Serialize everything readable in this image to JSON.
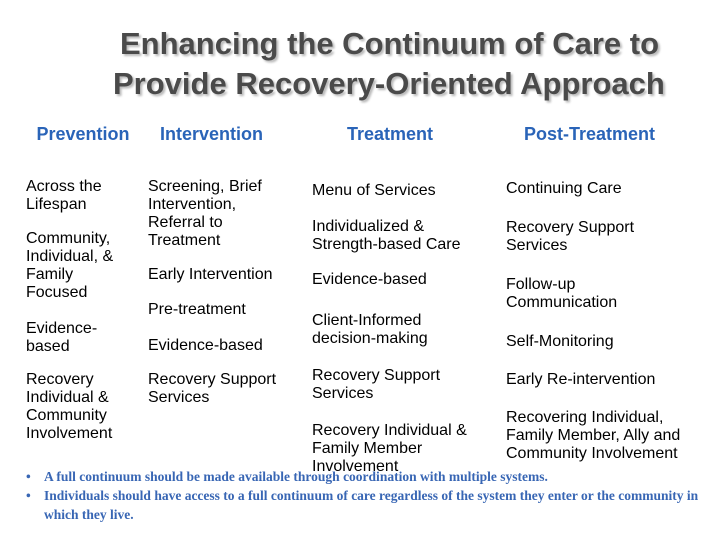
{
  "title": {
    "line1": "Enhancing the Continuum of Care to",
    "line2": "Provide Recovery-Oriented Approach"
  },
  "columns": [
    {
      "header": "Prevention",
      "items": [
        "Across the Lifespan",
        "Community, Individual, & Family Focused",
        "Evidence-based",
        "Recovery Individual & Community Involvement"
      ]
    },
    {
      "header": "Intervention",
      "items": [
        "Screening, Brief Intervention, Referral to Treatment",
        "Early Intervention",
        "Pre-treatment",
        "Evidence-based",
        "Recovery Support Services"
      ]
    },
    {
      "header": "Treatment",
      "items": [
        "Menu of Services",
        "Individualized & Strength-based Care",
        "Evidence-based",
        "Client-Informed decision-making",
        "Recovery Support Services",
        "Recovery Individual & Family Member Involvement"
      ]
    },
    {
      "header": "Post-Treatment",
      "items": [
        "Continuing Care",
        "Recovery Support Services",
        "Follow-up Communication",
        "Self-Monitoring",
        "Early Re-intervention",
        "Recovering Individual, Family Member, Ally and Community Involvement"
      ]
    }
  ],
  "bullets": [
    "A full continuum should be made available through coordination with multiple systems.",
    "Individuals should have access to a full continuum of care regardless of the system they enter or the community in which they live."
  ]
}
